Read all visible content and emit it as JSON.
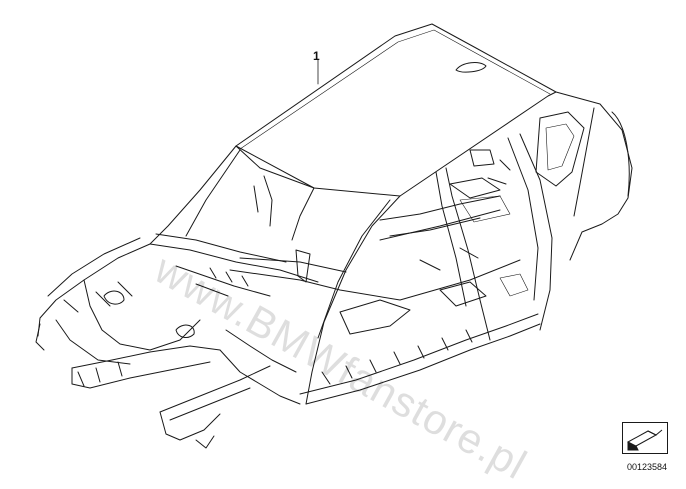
{
  "diagram": {
    "callout_label": "1",
    "watermark_text": "www.BMWfanstore.pl",
    "part_number": "00123584",
    "icons": [
      "car-body-shell-illustration",
      "arrow-navigation-icon"
    ],
    "colors": {
      "line": "#1a1a1a",
      "background": "#ffffff"
    }
  }
}
